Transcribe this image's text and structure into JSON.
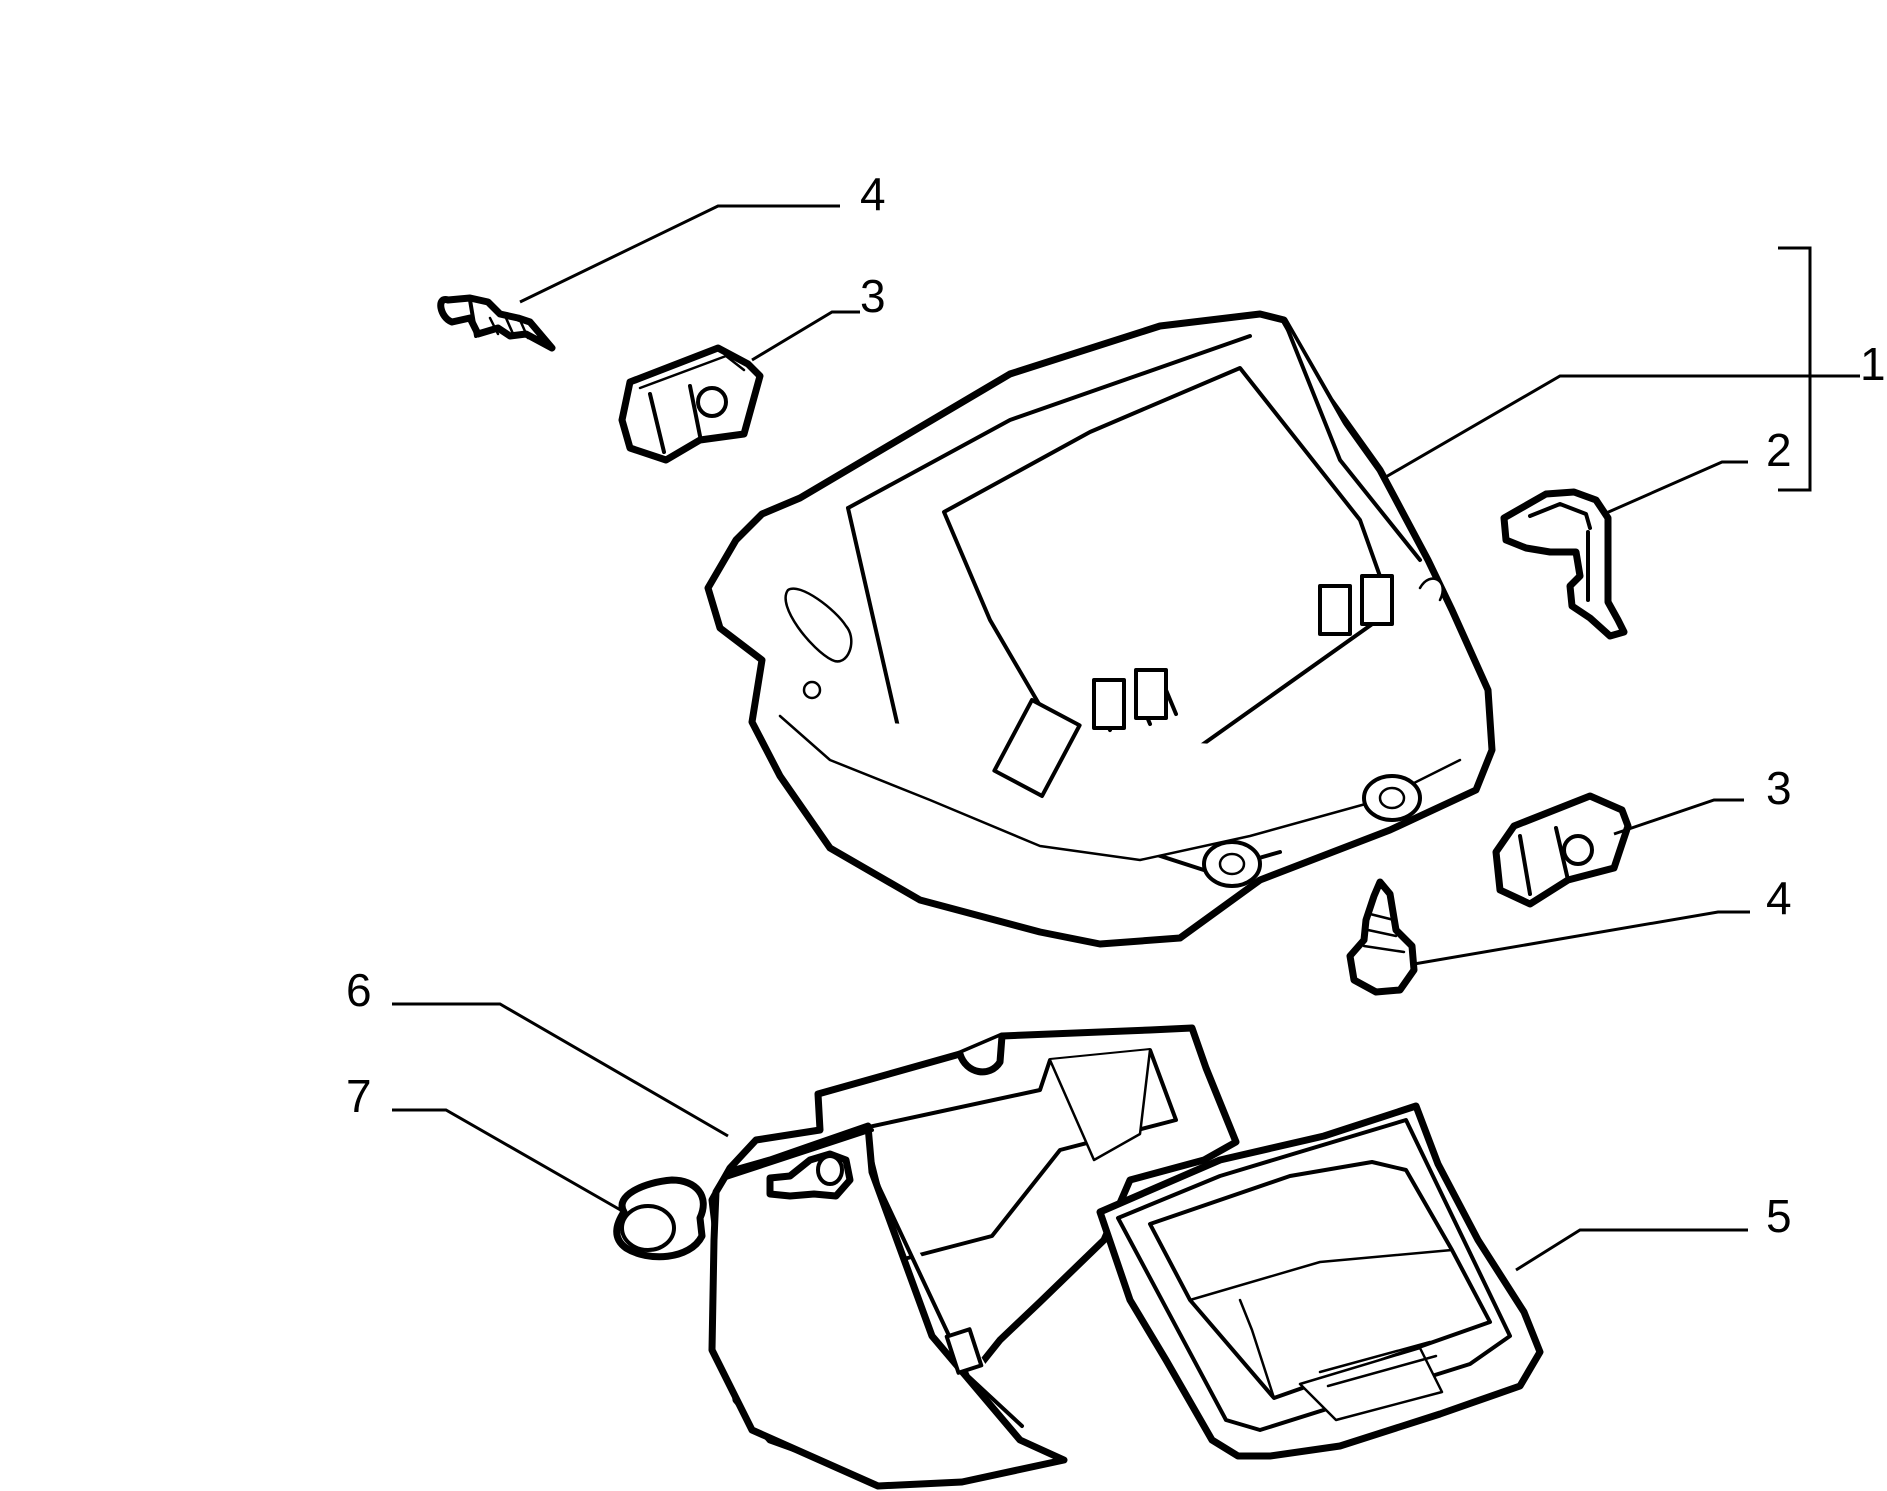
{
  "diagram": {
    "callouts": [
      {
        "id": "c4a",
        "label": "4"
      },
      {
        "id": "c3a",
        "label": "3"
      },
      {
        "id": "c1",
        "label": "1"
      },
      {
        "id": "c2",
        "label": "2"
      },
      {
        "id": "c3b",
        "label": "3"
      },
      {
        "id": "c4b",
        "label": "4"
      },
      {
        "id": "c6",
        "label": "6"
      },
      {
        "id": "c7",
        "label": "7"
      },
      {
        "id": "c5",
        "label": "5"
      }
    ]
  }
}
